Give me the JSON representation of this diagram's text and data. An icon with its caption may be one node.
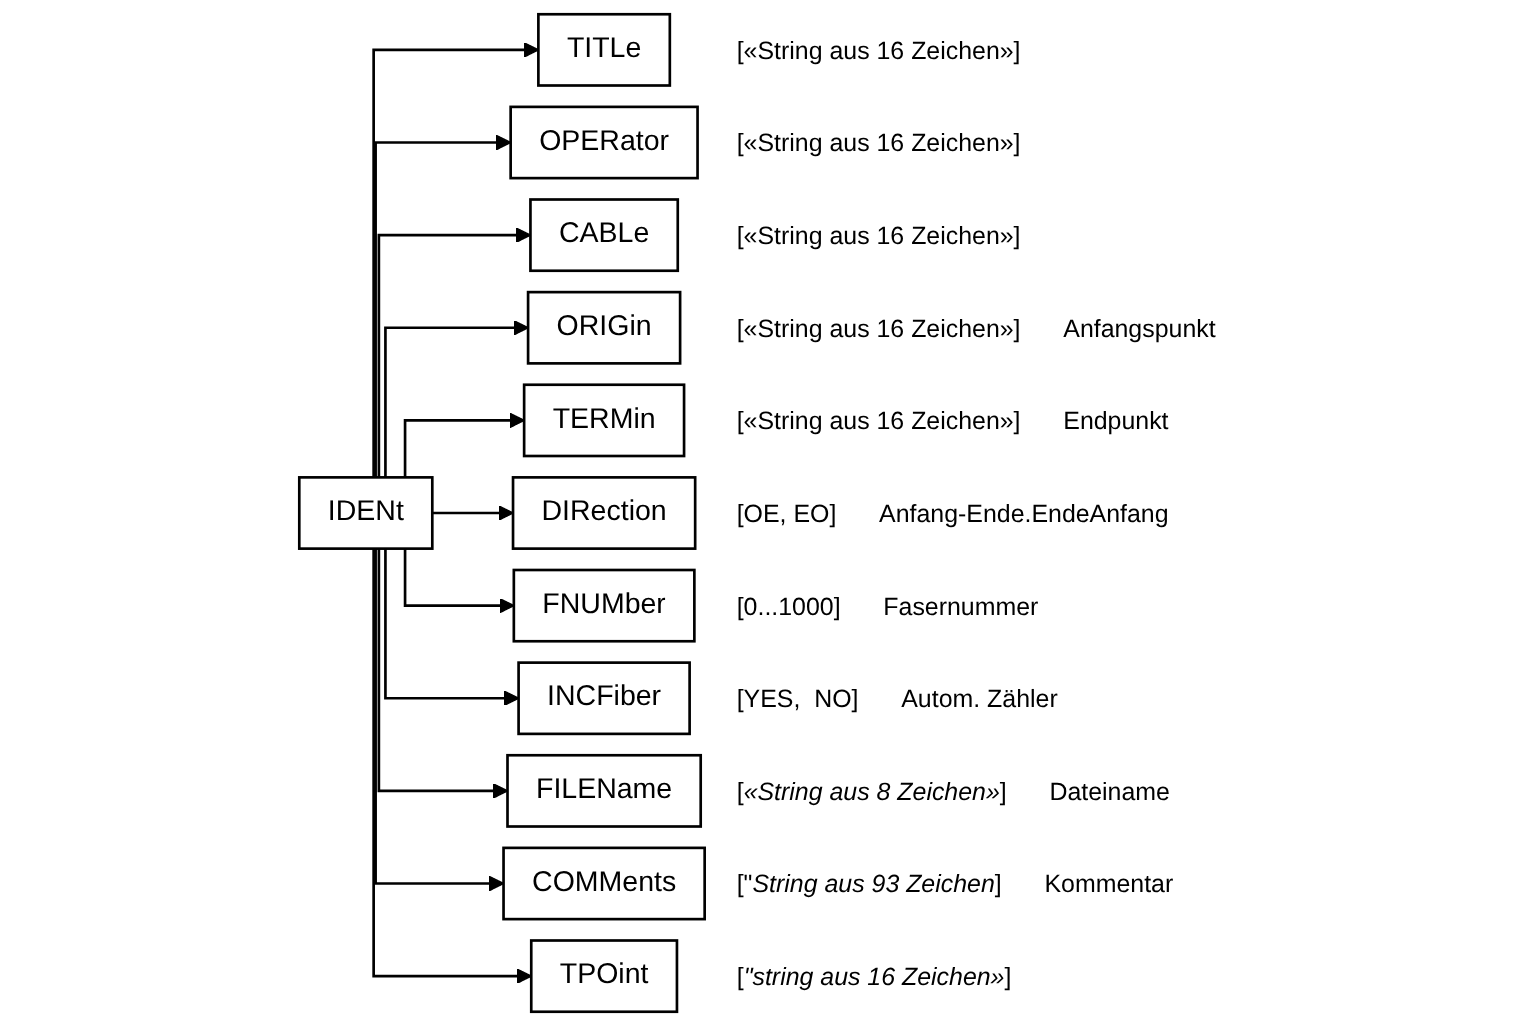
{
  "diagram": {
    "nodes": [
      {
        "text": [
          "IDENt"
        ]
      },
      {
        "text": [
          "TITLe"
        ],
        "beside": [
          "[«String aus 16 Zeichen»]"
        ]
      },
      {
        "text": [
          "OPERator"
        ],
        "beside": [
          "[«String aus 16 Zeichen»]"
        ]
      },
      {
        "text": [
          "CABLe"
        ],
        "beside": [
          "[«String aus 16 Zeichen»]"
        ]
      },
      {
        "text": [
          "ORIGin"
        ],
        "beside": [
          "[«String aus 16 Zeichen»]",
          "Anfangspunkt"
        ]
      },
      {
        "text": [
          "TERMin"
        ],
        "beside": [
          "[«String aus 16 Zeichen»]",
          "Endpunkt"
        ]
      },
      {
        "text": [
          "DIRection"
        ],
        "beside": [
          "[OE, EO]",
          "Anfang-Ende.EndeAnfang"
        ]
      },
      {
        "text": [
          "FNUMber"
        ],
        "beside": [
          "[0...1000]",
          "Fasernummer"
        ]
      },
      {
        "text": [
          "INCFiber"
        ],
        "beside": [
          "[YES,  NO]",
          "Autom. Zähler"
        ]
      },
      {
        "text": [
          "FILEName"
        ],
        "beside": [
          "[*«String aus 8 Zeichen»*]",
          "Dateiname"
        ]
      },
      {
        "text": [
          "COMMents"
        ],
        "beside": [
          "[\"*String aus 93 Zeichen*]",
          "Kommentar"
        ]
      },
      {
        "text": [
          "TPOint"
        ],
        "beside": [
          "[*\"string aus 16 Zeichen»*]"
        ]
      }
    ],
    "edges": [
      {
        "from": 0,
        "to": 1,
        "arrow": "to"
      },
      {
        "from": 0,
        "to": 2,
        "arrow": "to"
      },
      {
        "from": 0,
        "to": 3,
        "arrow": "to"
      },
      {
        "from": 0,
        "to": 4,
        "arrow": "to"
      },
      {
        "from": 0,
        "to": 5,
        "arrow": "to"
      },
      {
        "from": 0,
        "to": 6,
        "arrow": "to"
      },
      {
        "from": 0,
        "to": 7,
        "arrow": "to"
      },
      {
        "from": 0,
        "to": 8,
        "arrow": "to"
      },
      {
        "from": 0,
        "to": 9,
        "arrow": "to"
      },
      {
        "from": 0,
        "to": 10,
        "arrow": "to"
      },
      {
        "from": 0,
        "to": 11,
        "arrow": "to"
      }
    ]
  }
}
